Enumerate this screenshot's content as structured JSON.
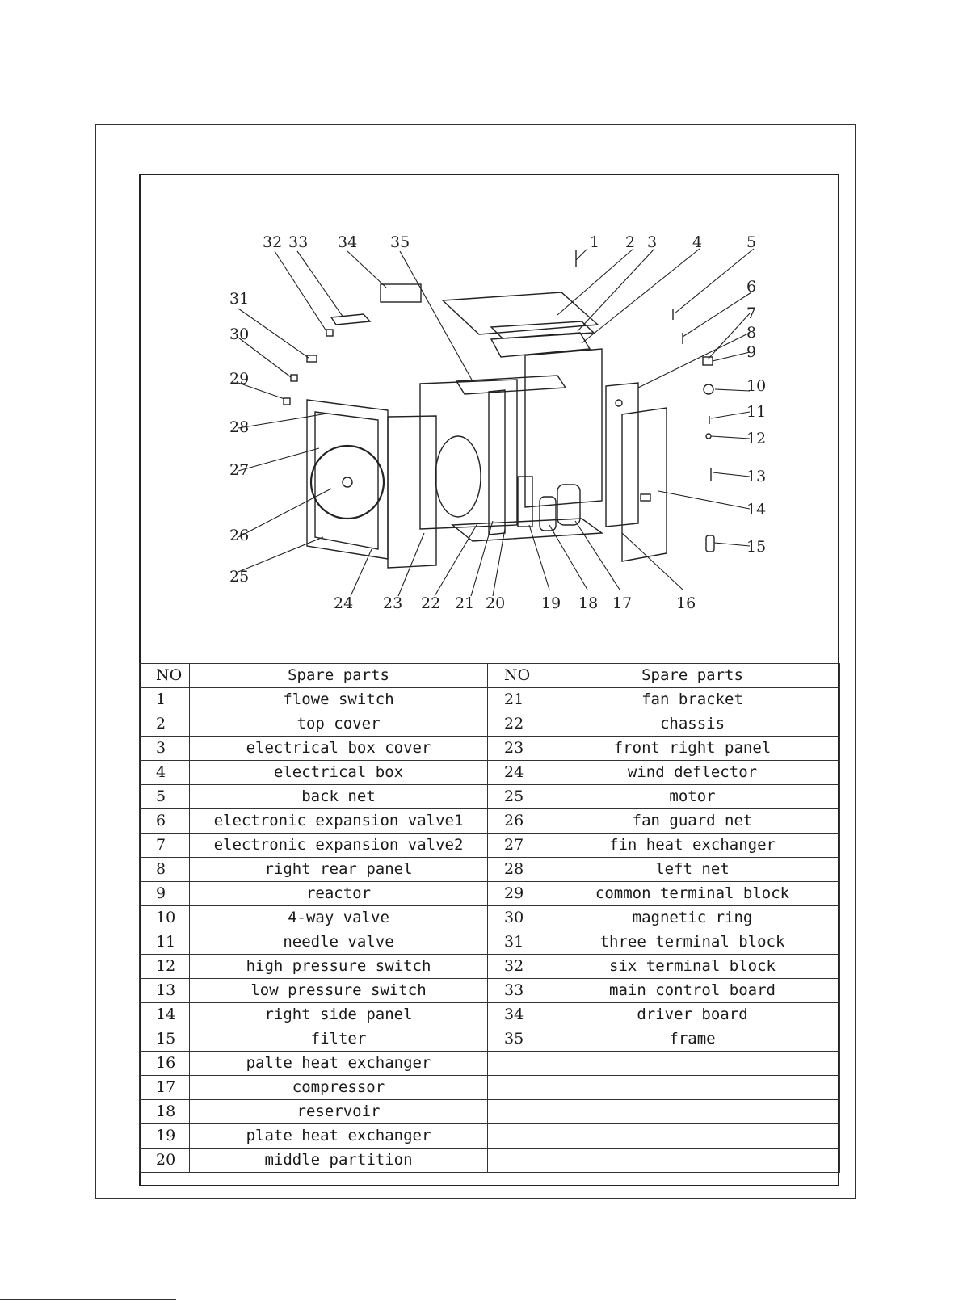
{
  "diagram": {
    "callouts": [
      "1",
      "2",
      "3",
      "4",
      "5",
      "6",
      "7",
      "8",
      "9",
      "10",
      "11",
      "12",
      "13",
      "14",
      "15",
      "16",
      "17",
      "18",
      "19",
      "20",
      "21",
      "22",
      "23",
      "24",
      "25",
      "26",
      "27",
      "28",
      "29",
      "30",
      "31",
      "32",
      "33",
      "34",
      "35"
    ]
  },
  "table": {
    "headers": {
      "left_no": "NO",
      "left_parts": "Spare parts",
      "right_no": "NO",
      "right_parts": "Spare parts"
    },
    "rows": [
      {
        "no_a": "1",
        "part_a": "flowe switch",
        "no_b": "21",
        "part_b": "fan bracket"
      },
      {
        "no_a": "2",
        "part_a": "top cover",
        "no_b": "22",
        "part_b": "chassis"
      },
      {
        "no_a": "3",
        "part_a": "electrical box cover",
        "no_b": "23",
        "part_b": "front right panel"
      },
      {
        "no_a": "4",
        "part_a": "electrical box",
        "no_b": "24",
        "part_b": "wind deflector"
      },
      {
        "no_a": "5",
        "part_a": "back net",
        "no_b": "25",
        "part_b": "motor"
      },
      {
        "no_a": "6",
        "part_a": "electronic expansion valve1",
        "no_b": "26",
        "part_b": "fan guard net"
      },
      {
        "no_a": "7",
        "part_a": "electronic expansion valve2",
        "no_b": "27",
        "part_b": "fin heat exchanger"
      },
      {
        "no_a": "8",
        "part_a": "right rear panel",
        "no_b": "28",
        "part_b": "left net"
      },
      {
        "no_a": "9",
        "part_a": "reactor",
        "no_b": "29",
        "part_b": "common terminal block"
      },
      {
        "no_a": "10",
        "part_a": "4-way valve",
        "no_b": "30",
        "part_b": "magnetic ring"
      },
      {
        "no_a": "11",
        "part_a": "needle valve",
        "no_b": "31",
        "part_b": "three terminal block"
      },
      {
        "no_a": "12",
        "part_a": "high pressure switch",
        "no_b": "32",
        "part_b": "six terminal block"
      },
      {
        "no_a": "13",
        "part_a": "low pressure switch",
        "no_b": "33",
        "part_b": "main control board"
      },
      {
        "no_a": "14",
        "part_a": "right side panel",
        "no_b": "34",
        "part_b": "driver board"
      },
      {
        "no_a": "15",
        "part_a": "filter",
        "no_b": "35",
        "part_b": "frame"
      },
      {
        "no_a": "16",
        "part_a": "palte heat exchanger",
        "no_b": "",
        "part_b": ""
      },
      {
        "no_a": "17",
        "part_a": "compressor",
        "no_b": "",
        "part_b": ""
      },
      {
        "no_a": "18",
        "part_a": "reservoir",
        "no_b": "",
        "part_b": ""
      },
      {
        "no_a": "19",
        "part_a": "plate heat exchanger",
        "no_b": "",
        "part_b": ""
      },
      {
        "no_a": "20",
        "part_a": "middle partition",
        "no_b": "",
        "part_b": ""
      }
    ]
  }
}
